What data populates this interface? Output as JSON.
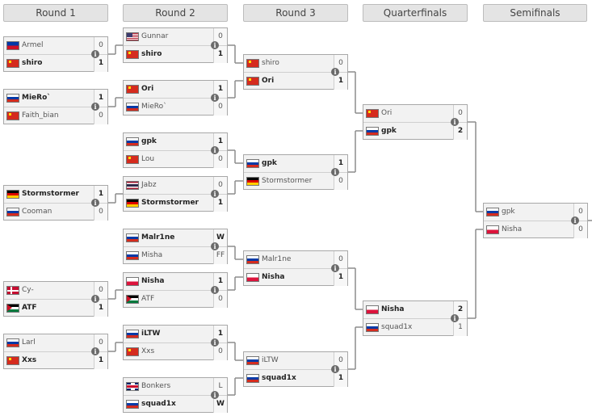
{
  "rounds": [
    "Round 1",
    "Round 2",
    "Round 3",
    "Quarterfinals",
    "Semifinals"
  ],
  "matches": {
    "r1": [
      {
        "top": {
          "name": "Armel",
          "flag": "flag-ph",
          "score": "0",
          "winner": false
        },
        "bottom": {
          "name": "shiro",
          "flag": "flag-cn",
          "score": "1",
          "winner": true
        }
      },
      {
        "top": {
          "name": "MieRo`",
          "flag": "flag-ru",
          "score": "1",
          "winner": true
        },
        "bottom": {
          "name": "Faith_bian",
          "flag": "flag-cn",
          "score": "0",
          "winner": false
        }
      },
      {
        "top": {
          "name": "Stormstormer",
          "flag": "flag-de",
          "score": "1",
          "winner": true
        },
        "bottom": {
          "name": "Cooman",
          "flag": "flag-ru",
          "score": "0",
          "winner": false
        }
      },
      {
        "top": {
          "name": "Cy-",
          "flag": "flag-dk",
          "score": "0",
          "winner": false
        },
        "bottom": {
          "name": "ATF",
          "flag": "flag-ps",
          "score": "1",
          "winner": true
        }
      },
      {
        "top": {
          "name": "Larl",
          "flag": "flag-ru",
          "score": "0",
          "winner": false
        },
        "bottom": {
          "name": "Xxs",
          "flag": "flag-cn",
          "score": "1",
          "winner": true
        }
      }
    ],
    "r2": [
      {
        "top": {
          "name": "Gunnar",
          "flag": "flag-us",
          "score": "0",
          "winner": false
        },
        "bottom": {
          "name": "shiro",
          "flag": "flag-cn",
          "score": "1",
          "winner": true
        }
      },
      {
        "top": {
          "name": "Ori",
          "flag": "flag-cn",
          "score": "1",
          "winner": true
        },
        "bottom": {
          "name": "MieRo`",
          "flag": "flag-ru",
          "score": "0",
          "winner": false
        }
      },
      {
        "top": {
          "name": "gpk",
          "flag": "flag-ru",
          "score": "1",
          "winner": true
        },
        "bottom": {
          "name": "Lou",
          "flag": "flag-cn",
          "score": "0",
          "winner": false
        }
      },
      {
        "top": {
          "name": "Jabz",
          "flag": "flag-th",
          "score": "0",
          "winner": false
        },
        "bottom": {
          "name": "Stormstormer",
          "flag": "flag-de",
          "score": "1",
          "winner": true
        }
      },
      {
        "top": {
          "name": "Malr1ne",
          "flag": "flag-ru",
          "score": "W",
          "winner": true
        },
        "bottom": {
          "name": "Misha",
          "flag": "flag-ru",
          "score": "FF",
          "winner": false
        }
      },
      {
        "top": {
          "name": "Nisha",
          "flag": "flag-pl",
          "score": "1",
          "winner": true
        },
        "bottom": {
          "name": "ATF",
          "flag": "flag-ps",
          "score": "0",
          "winner": false
        }
      },
      {
        "top": {
          "name": "iLTW",
          "flag": "flag-ru",
          "score": "1",
          "winner": true
        },
        "bottom": {
          "name": "Xxs",
          "flag": "flag-cn",
          "score": "0",
          "winner": false
        }
      },
      {
        "top": {
          "name": "Bonkers",
          "flag": "flag-gb",
          "score": "L",
          "winner": false
        },
        "bottom": {
          "name": "squad1x",
          "flag": "flag-ru",
          "score": "W",
          "winner": true
        }
      }
    ],
    "r3": [
      {
        "top": {
          "name": "shiro",
          "flag": "flag-cn",
          "score": "0",
          "winner": false
        },
        "bottom": {
          "name": "Ori",
          "flag": "flag-cn",
          "score": "1",
          "winner": true
        }
      },
      {
        "top": {
          "name": "gpk",
          "flag": "flag-ru",
          "score": "1",
          "winner": true
        },
        "bottom": {
          "name": "Stormstormer",
          "flag": "flag-de",
          "score": "0",
          "winner": false
        }
      },
      {
        "top": {
          "name": "Malr1ne",
          "flag": "flag-ru",
          "score": "0",
          "winner": false
        },
        "bottom": {
          "name": "Nisha",
          "flag": "flag-pl",
          "score": "1",
          "winner": true
        }
      },
      {
        "top": {
          "name": "iLTW",
          "flag": "flag-ru",
          "score": "0",
          "winner": false
        },
        "bottom": {
          "name": "squad1x",
          "flag": "flag-ru",
          "score": "1",
          "winner": true
        }
      }
    ],
    "qf": [
      {
        "top": {
          "name": "Ori",
          "flag": "flag-cn",
          "score": "0",
          "winner": false
        },
        "bottom": {
          "name": "gpk",
          "flag": "flag-ru",
          "score": "2",
          "winner": true
        }
      },
      {
        "top": {
          "name": "Nisha",
          "flag": "flag-pl",
          "score": "2",
          "winner": true
        },
        "bottom": {
          "name": "squad1x",
          "flag": "flag-ru",
          "score": "1",
          "winner": false
        }
      }
    ],
    "sf": [
      {
        "top": {
          "name": "gpk",
          "flag": "flag-ru",
          "score": "0",
          "winner": false
        },
        "bottom": {
          "name": "Nisha",
          "flag": "flag-pl",
          "score": "0",
          "winner": false
        }
      }
    ]
  },
  "info_glyph": "i",
  "colors": {
    "connector": "#8c8c8c",
    "header_bg": "#e4e4e4",
    "match_bg": "#f2f2f2",
    "border": "#a8a8a8"
  }
}
